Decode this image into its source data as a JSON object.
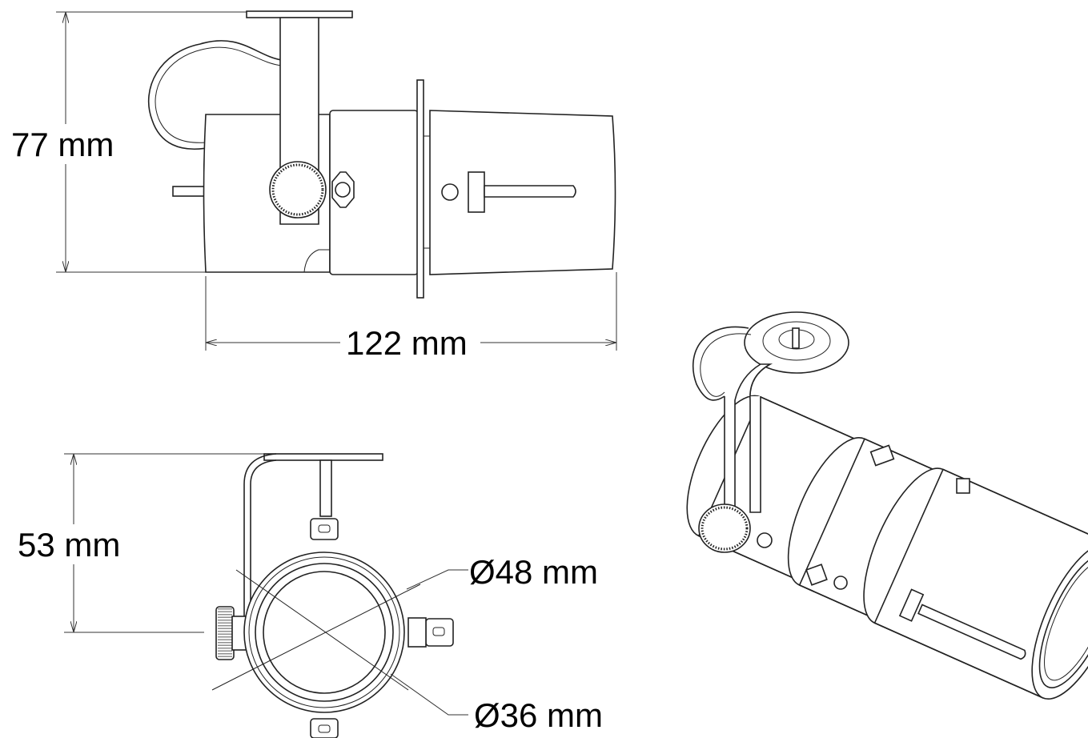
{
  "title": "Spotlight dimension drawing",
  "dimensions": {
    "height_side": "77 mm",
    "length": "122 mm",
    "height_front": "53 mm",
    "outer_diameter": "Ø48 mm",
    "lens_diameter": "Ø36 mm"
  }
}
